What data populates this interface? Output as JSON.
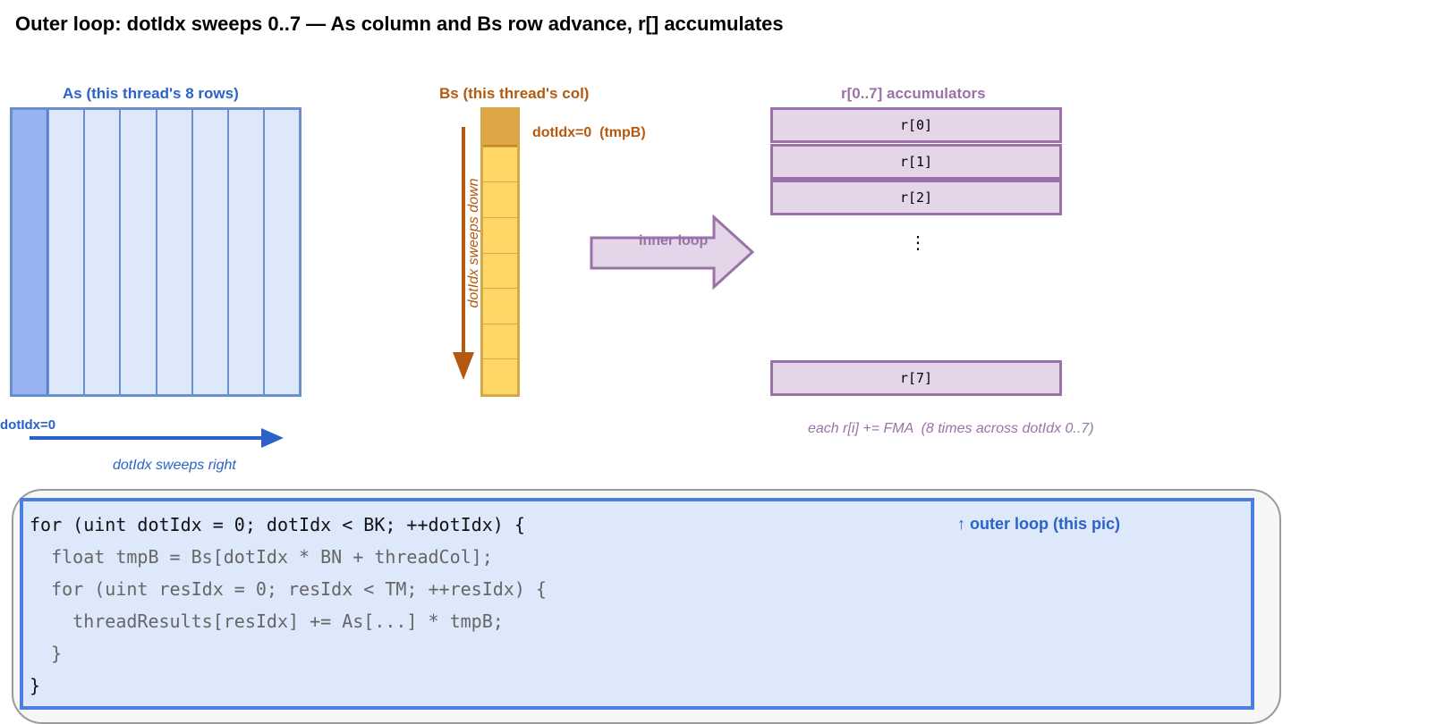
{
  "title": "Outer loop: dotIdx sweeps 0..7 — As column and Bs row advance, r[] accumulates",
  "as_panel": {
    "label": "As (this thread's 8 rows)",
    "columns": 8,
    "highlighted_column": 0,
    "index_label": "dotIdx=0",
    "sweep_label": "dotIdx sweeps right"
  },
  "bs_panel": {
    "label": "Bs (this thread's col)",
    "cells": 8,
    "highlighted_cell": 0,
    "cell_note": "dotIdx=0  (tmpB)",
    "sweep_label": "dotIdx sweeps down"
  },
  "inner_loop_label": "inner loop",
  "accumulators": {
    "label": "r[0..7] accumulators",
    "items": [
      "r[0]",
      "r[1]",
      "r[2]",
      "r[7]"
    ],
    "ellipsis": "⋮",
    "note": "each r[i] += FMA  (8 times across dotIdx 0..7)"
  },
  "code": {
    "lines": [
      "for (uint dotIdx = 0; dotIdx < BK; ++dotIdx) {",
      "  float tmpB = Bs[dotIdx * BN + threadCol];",
      "  for (uint resIdx = 0; resIdx < TM; ++resIdx) {",
      "    threadResults[resIdx] += As[...] * tmpB;",
      "  }",
      "}"
    ],
    "note": "↑ outer loop (this pic)"
  },
  "colors": {
    "as_blue": "#2b62c9",
    "bs_orange": "#b45a10",
    "r_purple": "#9a72a8",
    "code_border": "#4a7fe0"
  }
}
